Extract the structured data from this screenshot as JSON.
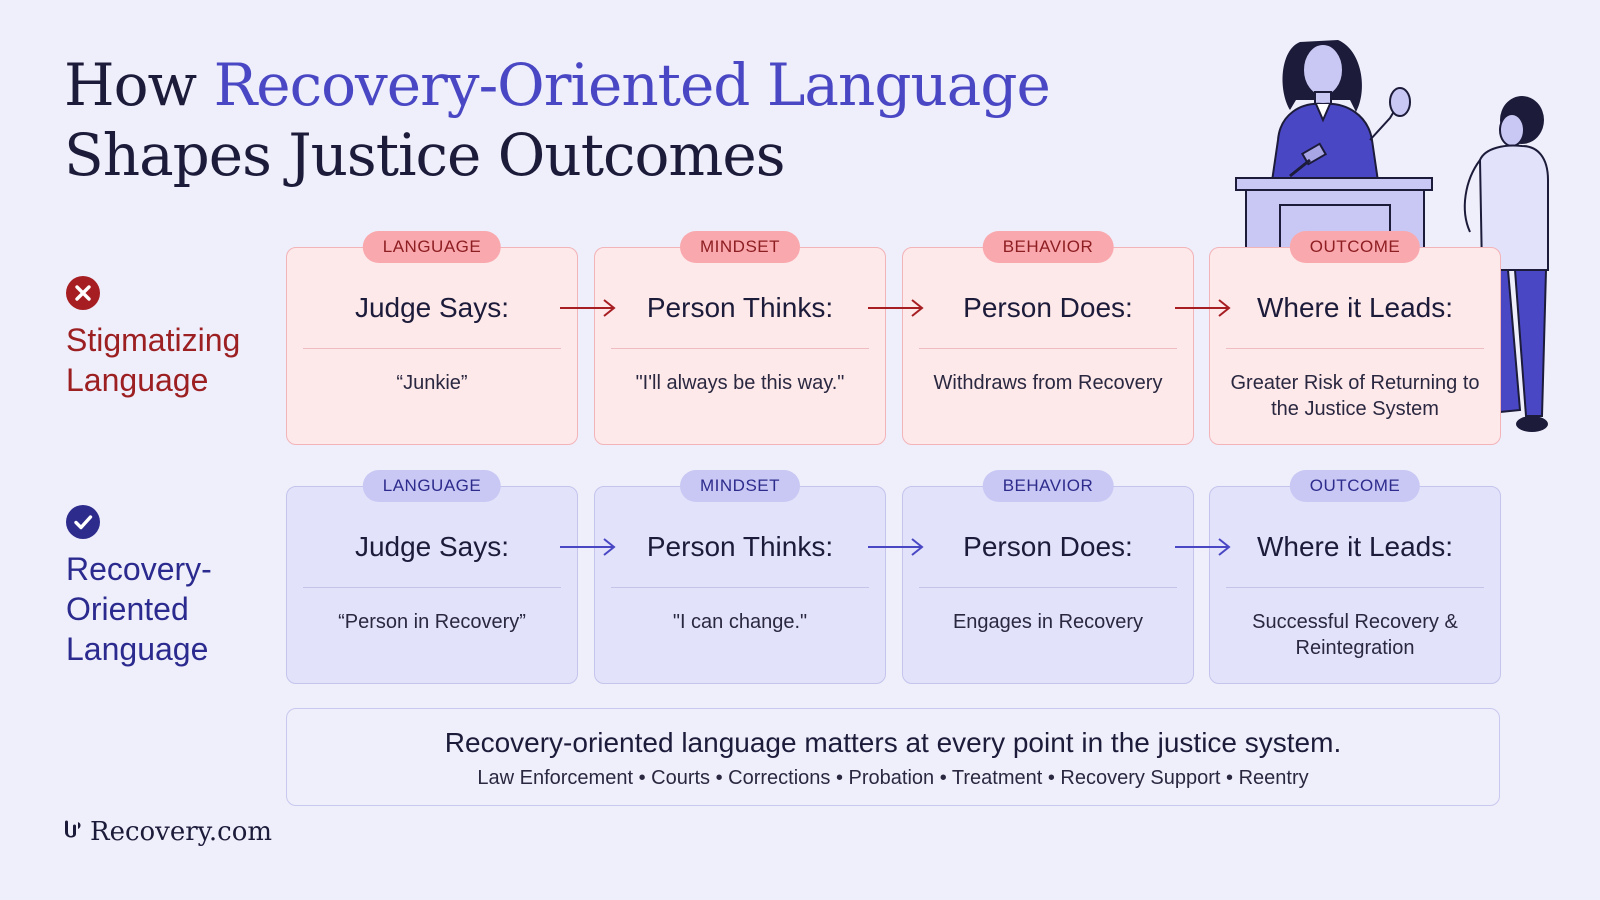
{
  "title": {
    "prefix": "How ",
    "accent": "Recovery-Oriented Language",
    "line2": "Shapes Justice Outcomes"
  },
  "rows": {
    "stigmatizing": {
      "label": "Stigmatizing Language",
      "icon": "x-circle-icon",
      "color": "#a61e22",
      "cards": [
        {
          "tag": "LANGUAGE",
          "heading": "Judge Says:",
          "body": "“Junkie”"
        },
        {
          "tag": "MINDSET",
          "heading": "Person Thinks:",
          "body": "\"I'll always be this way.\""
        },
        {
          "tag": "BEHAVIOR",
          "heading": "Person Does:",
          "body": "Withdraws from Recovery"
        },
        {
          "tag": "OUTCOME",
          "heading": "Where it Leads:",
          "body": "Greater Risk of Returning to the Justice System"
        }
      ]
    },
    "recovery": {
      "label": "Recovery-Oriented Language",
      "icon": "check-circle-icon",
      "color": "#2d2b8c",
      "cards": [
        {
          "tag": "LANGUAGE",
          "heading": "Judge Says:",
          "body": "“Person in Recovery”"
        },
        {
          "tag": "MINDSET",
          "heading": "Person Thinks:",
          "body": "\"I can change.\""
        },
        {
          "tag": "BEHAVIOR",
          "heading": "Person Does:",
          "body": "Engages in Recovery"
        },
        {
          "tag": "OUTCOME",
          "heading": "Where it Leads:",
          "body": "Successful Recovery & Reintegration"
        }
      ]
    }
  },
  "summary": {
    "main": "Recovery-oriented language matters at every point in the justice system.",
    "sub": "Law Enforcement • Courts • Corrections • Probation • Treatment • Recovery Support • Reentry"
  },
  "logo": {
    "text": "Recovery.com",
    "icon": "recovery-logo-icon"
  },
  "colors": {
    "background": "#efeffb",
    "accent": "#4a47c4",
    "stigma": "#a61e22",
    "recovery": "#2d2b8c"
  }
}
